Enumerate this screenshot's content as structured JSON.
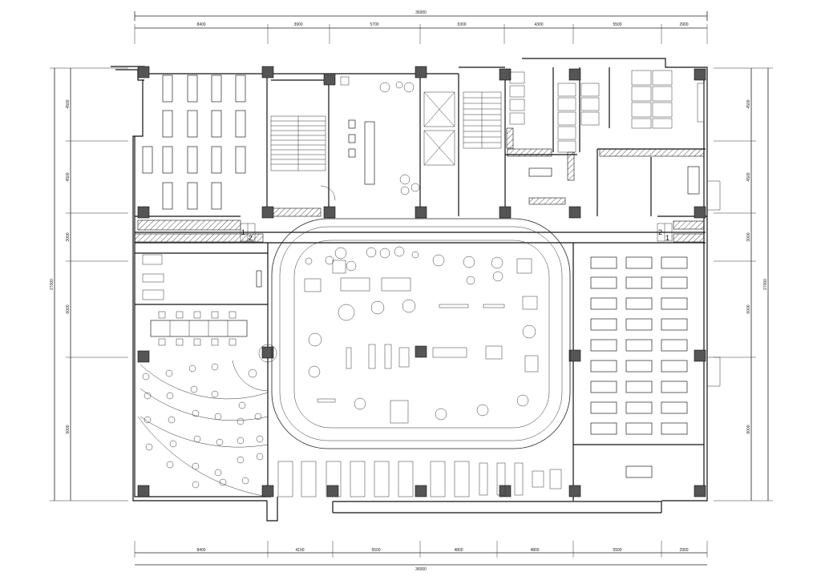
{
  "dimensions": {
    "top_total": "36000",
    "top_segments": [
      "8400",
      "3900",
      "5700",
      "5300",
      "4300",
      "5500",
      "2900"
    ],
    "bottom_total": "36000",
    "bottom_segments": [
      "8400",
      "4100",
      "5500",
      "4800",
      "4800",
      "5500",
      "2900"
    ],
    "left_segments": [
      "4500",
      "4500",
      "3000",
      "6000",
      "9000"
    ],
    "left_total": "27000",
    "right_segments": [
      "4500",
      "4500",
      "3000",
      "6000",
      "9000"
    ],
    "right_total": "27000"
  },
  "stair_labels": {
    "left_a": "1",
    "left_b": "2",
    "right_a": "2",
    "right_b": "1"
  }
}
